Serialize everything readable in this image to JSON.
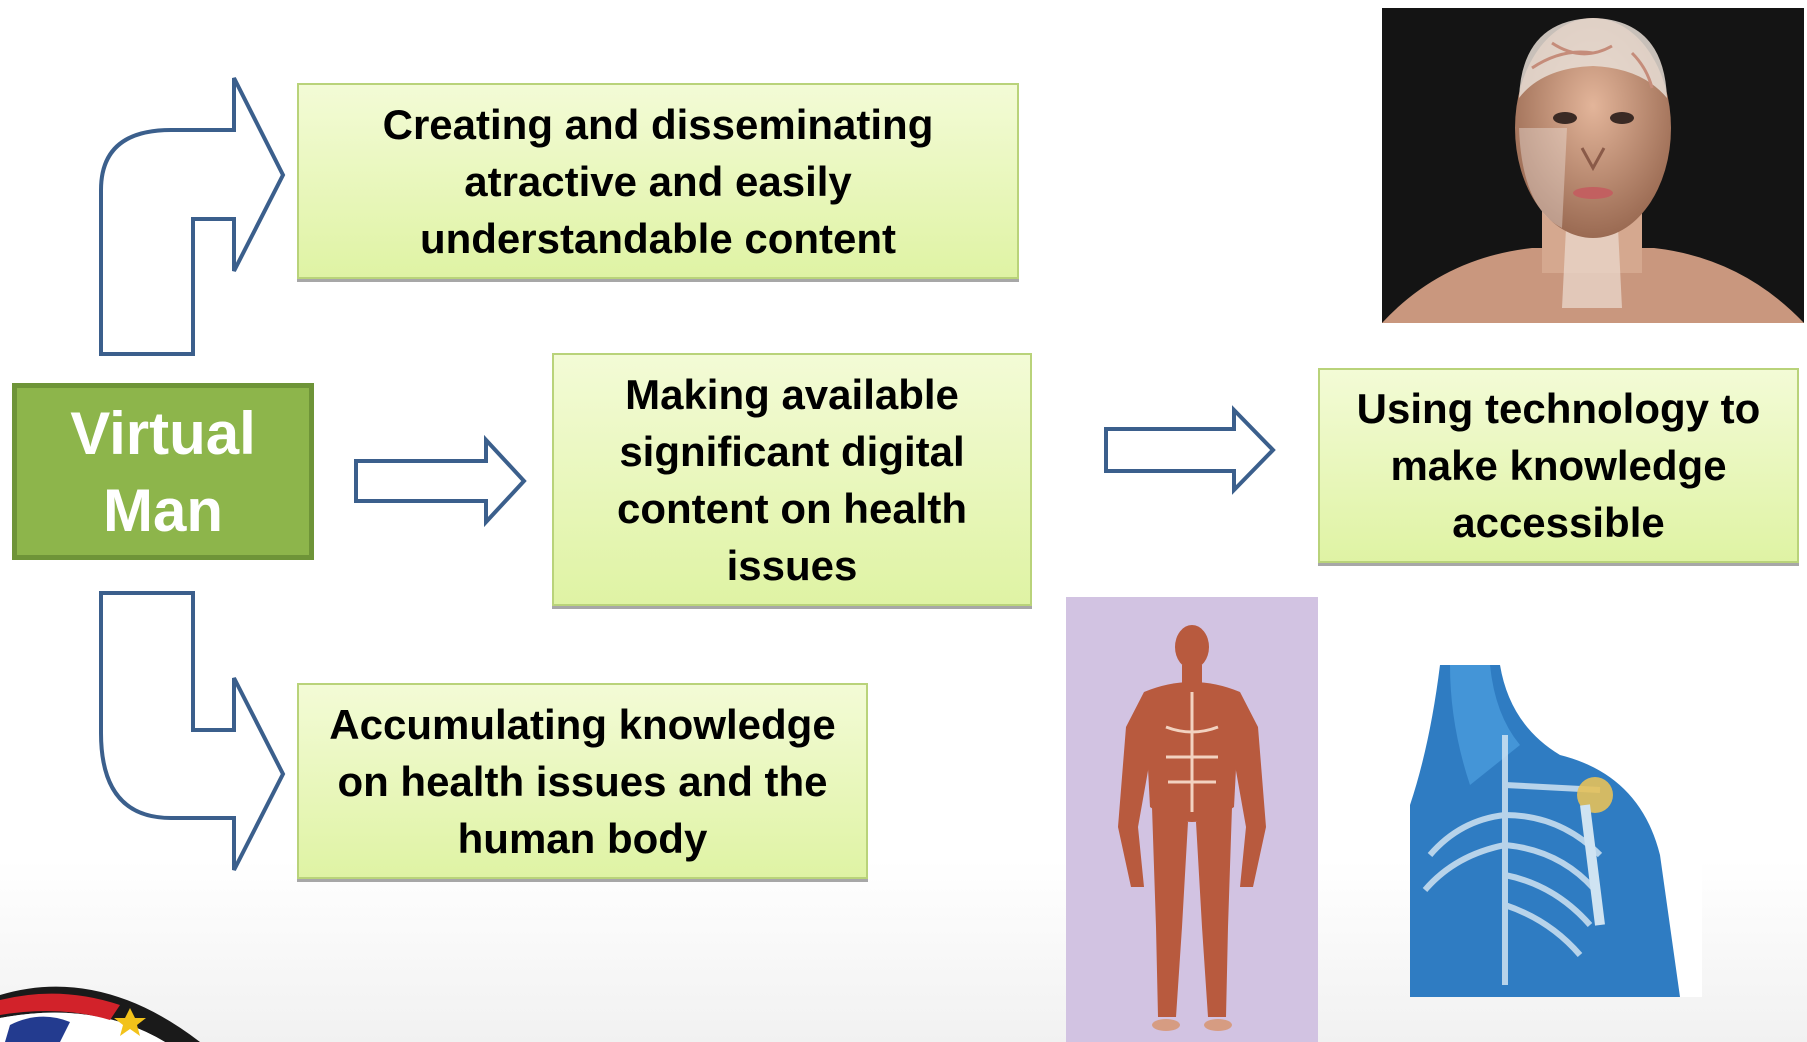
{
  "diagram": {
    "center_node": {
      "line1": "Virtual",
      "line2": "Man"
    },
    "nodes": {
      "top": "Creating and disseminating atractive and easily understandable content",
      "middle": "Making available significant digital content on health issues",
      "right": "Using technology to make knowledge accessible",
      "bottom": "Accumulating knowledge on health issues and the human body"
    },
    "colors": {
      "center_fill": "#8db54b",
      "center_border": "#6e9438",
      "box_fill": "#e6f6b4",
      "box_border": "#b9d37a",
      "arrow_stroke": "#3b5f8c"
    }
  },
  "images": {
    "head": "transparent-head-anatomy-image",
    "muscles": "human-muscle-anatomy-figure",
    "skeleton": "blue-shoulder-skeleton-image",
    "logo": "partial-logo-emblem"
  }
}
